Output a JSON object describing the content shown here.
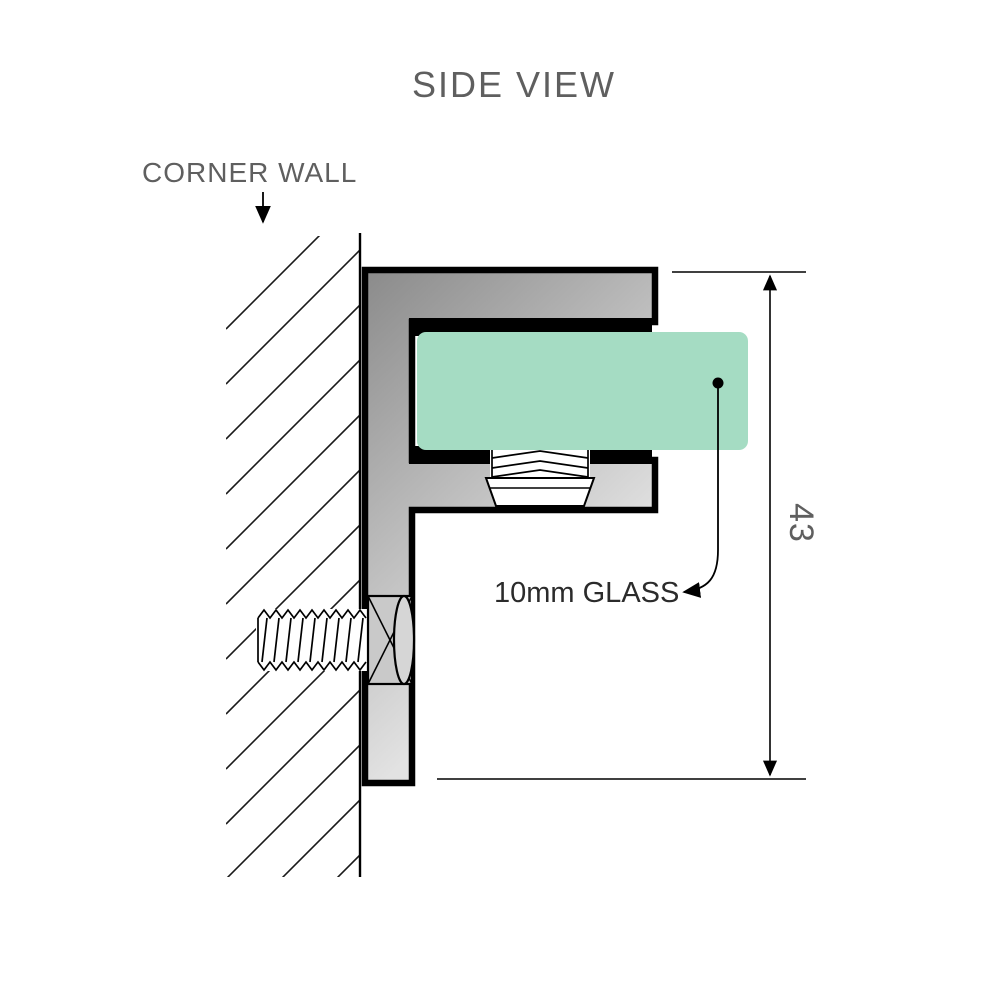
{
  "title": "SIDE VIEW",
  "wall": {
    "label": "CORNER WALL"
  },
  "glass": {
    "label": "10mm GLASS",
    "fill": "#a5dcc3"
  },
  "dimension": {
    "value": "43"
  },
  "colors": {
    "metal_dark": "#8c8c8c",
    "metal_light": "#e2e2e2",
    "outline": "#000000",
    "label_gray": "#5f5f5f",
    "label_dark": "#2b2b2b"
  }
}
